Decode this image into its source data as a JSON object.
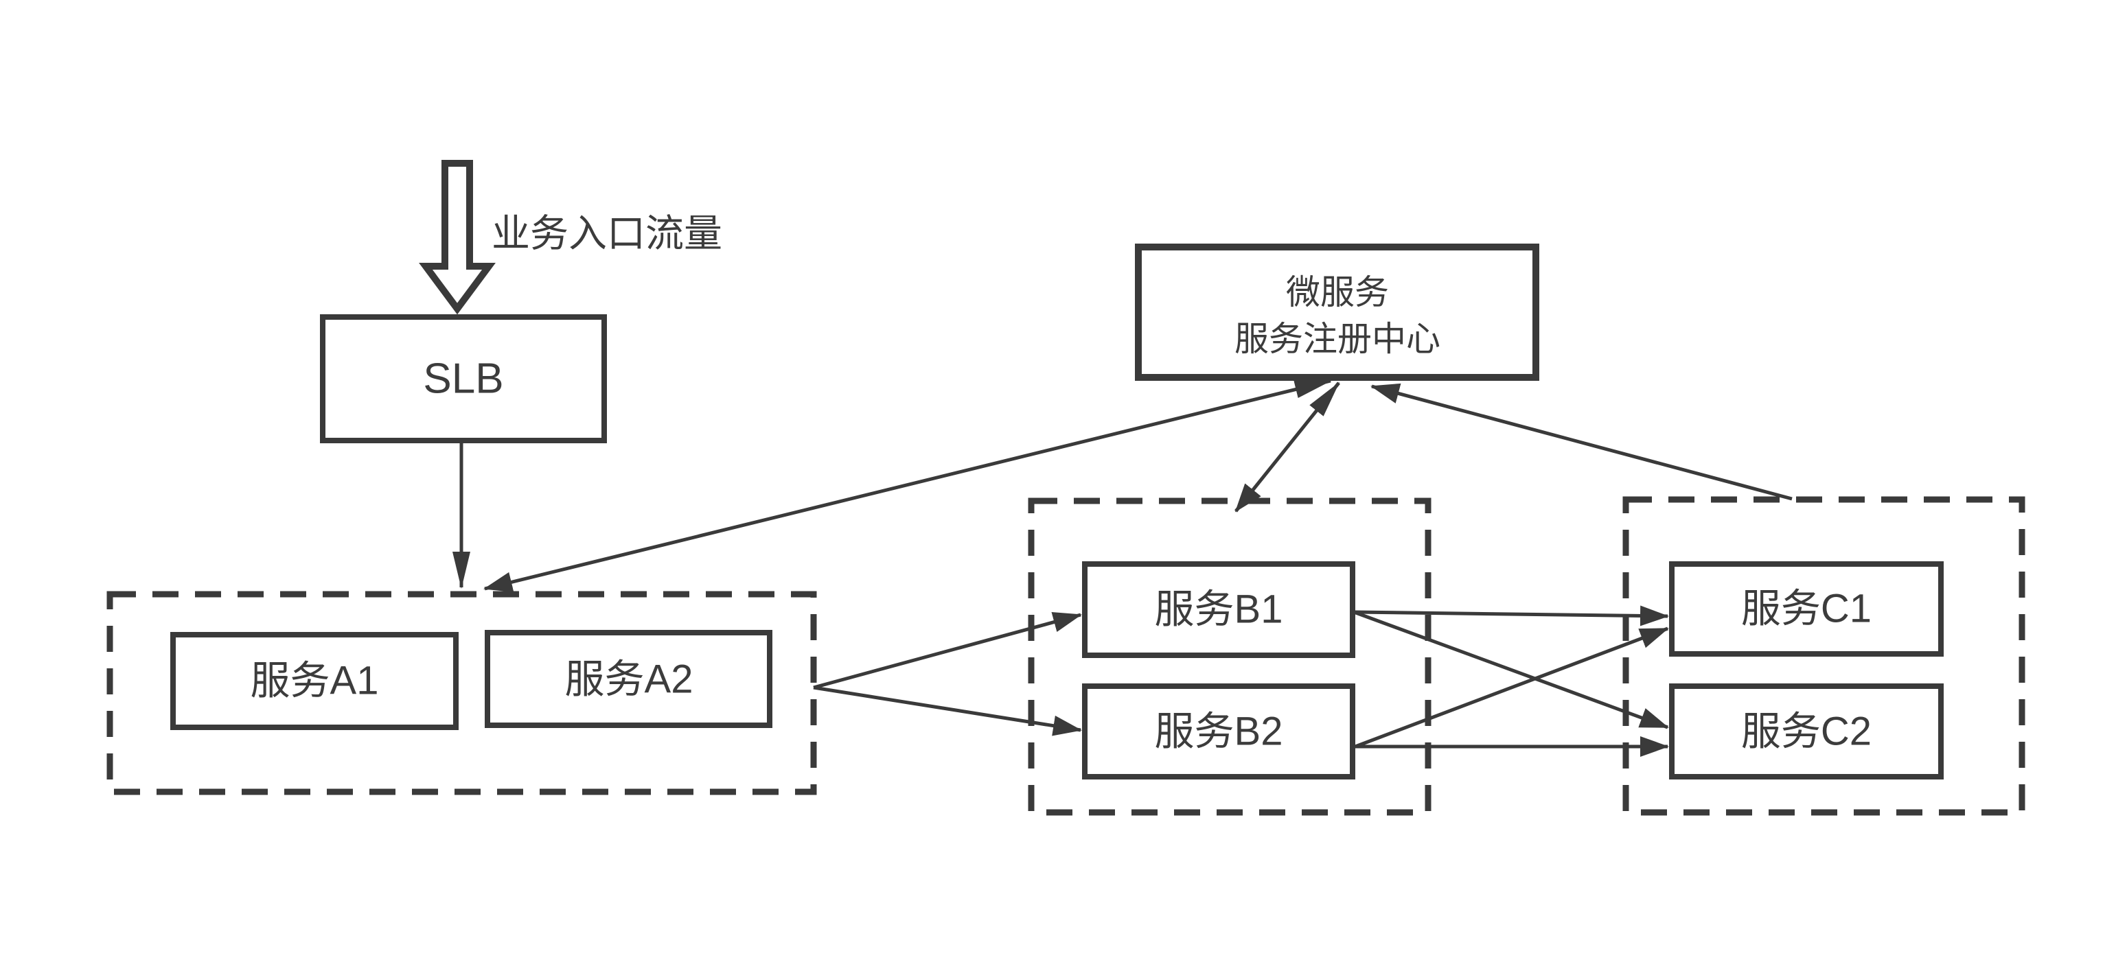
{
  "diagram_title": "microservice architecture with service registry",
  "colors": {
    "background": "#ffffff",
    "stroke": "#3a3a3a",
    "text": "#3c3c3c"
  },
  "entry": {
    "label": "业务入口流量"
  },
  "nodes": {
    "slb": {
      "label": "SLB"
    },
    "registry": {
      "line1": "微服务",
      "line2": "服务注册中心"
    },
    "a1": {
      "label": "服务A1"
    },
    "a2": {
      "label": "服务A2"
    },
    "b1": {
      "label": "服务B1"
    },
    "b2": {
      "label": "服务B2"
    },
    "c1": {
      "label": "服务C1"
    },
    "c2": {
      "label": "服务C2"
    }
  }
}
